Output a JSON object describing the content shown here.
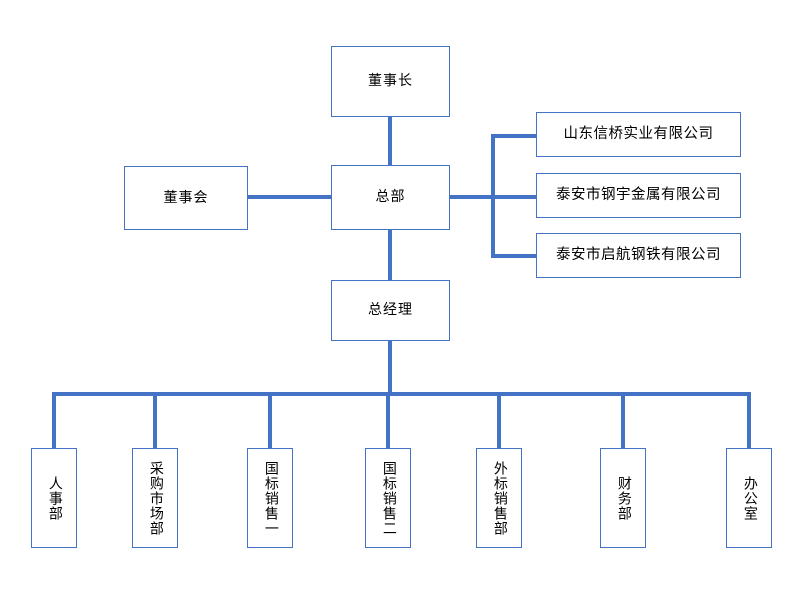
{
  "chart_data": {
    "type": "diagram",
    "diagram_type": "organization-chart",
    "title": "",
    "accent_color": "#4472C4",
    "border_color": "#4472C4",
    "background_color": "#FFFFFF",
    "text_color": "#000000",
    "nodes": [
      {
        "id": "chairman",
        "label": "董事长",
        "level": 0,
        "orientation": "horizontal"
      },
      {
        "id": "board",
        "label": "董事会",
        "level": 1,
        "orientation": "horizontal"
      },
      {
        "id": "hq",
        "label": "总部",
        "level": 1,
        "orientation": "horizontal"
      },
      {
        "id": "sub1",
        "label": "山东信桥实业有限公司",
        "level": 1,
        "orientation": "horizontal"
      },
      {
        "id": "sub2",
        "label": "泰安市钢宇金属有限公司",
        "level": 1,
        "orientation": "horizontal"
      },
      {
        "id": "sub3",
        "label": "泰安市启航钢铁有限公司",
        "level": 1,
        "orientation": "horizontal"
      },
      {
        "id": "gm",
        "label": "总经理",
        "level": 2,
        "orientation": "horizontal"
      },
      {
        "id": "dept1",
        "label": "人事部",
        "level": 3,
        "orientation": "vertical"
      },
      {
        "id": "dept2",
        "label": "采购市场部",
        "level": 3,
        "orientation": "vertical"
      },
      {
        "id": "dept3",
        "label": "国标销售一",
        "level": 3,
        "orientation": "vertical"
      },
      {
        "id": "dept4",
        "label": "国标销售二",
        "level": 3,
        "orientation": "vertical"
      },
      {
        "id": "dept5",
        "label": "外标销售部",
        "level": 3,
        "orientation": "vertical"
      },
      {
        "id": "dept6",
        "label": "财务部",
        "level": 3,
        "orientation": "vertical"
      },
      {
        "id": "dept7",
        "label": "办公室",
        "level": 3,
        "orientation": "vertical"
      }
    ],
    "edges": [
      {
        "from": "chairman",
        "to": "hq"
      },
      {
        "from": "board",
        "to": "hq"
      },
      {
        "from": "hq",
        "to": "sub1"
      },
      {
        "from": "hq",
        "to": "sub2"
      },
      {
        "from": "hq",
        "to": "sub3"
      },
      {
        "from": "hq",
        "to": "gm"
      },
      {
        "from": "gm",
        "to": "dept1"
      },
      {
        "from": "gm",
        "to": "dept2"
      },
      {
        "from": "gm",
        "to": "dept3"
      },
      {
        "from": "gm",
        "to": "dept4"
      },
      {
        "from": "gm",
        "to": "dept5"
      },
      {
        "from": "gm",
        "to": "dept6"
      },
      {
        "from": "gm",
        "to": "dept7"
      }
    ]
  },
  "nodes": {
    "chairman": "董事长",
    "board": "董事会",
    "hq": "总部",
    "sub1": "山东信桥实业有限公司",
    "sub2": "泰安市钢宇金属有限公司",
    "sub3": "泰安市启航钢铁有限公司",
    "gm": "总经理",
    "dept1": "人事部",
    "dept2": "采购市场部",
    "dept3": "国标销售一",
    "dept4": "国标销售二",
    "dept5": "外标销售部",
    "dept6": "财务部",
    "dept7": "办公室"
  }
}
